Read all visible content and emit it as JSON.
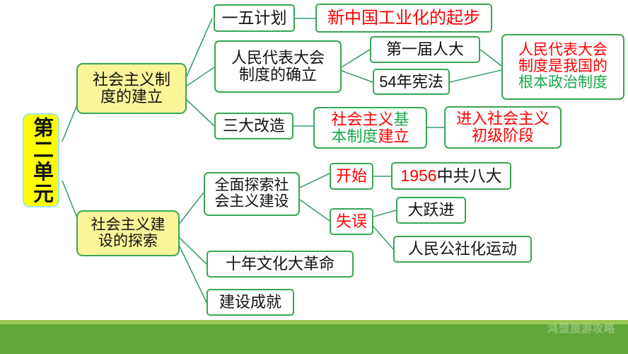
{
  "diagram": {
    "title_root": "第二单元",
    "nodes": {
      "root": "第二单元",
      "b1": "社会主义制\n度的建立",
      "b2": "社会主义建\n设的探索",
      "n_wuyi": "一五计划",
      "n_gongyehua": "新中国工业化的起步",
      "n_renda_zhidu": "人民代表大会\n制度的确立",
      "n_diyijie": "第一届人大",
      "n_xianfa": "54年宪法",
      "n_genben_l1": "人民代表大会",
      "n_genben_l2": "制度是我国的",
      "n_genben_l3": "根本政治制度",
      "n_sanda": "三大改造",
      "n_jiben_a": "社会主义",
      "n_jiben_b": "基",
      "n_jiben_c": "本制度",
      "n_jiben_d": "建立",
      "n_chuji": "进入社会主义\n初级阶段",
      "n_quanmian": "全面探索社\n会主义建设",
      "n_kaishi": "开始",
      "n_1956_num": "1956",
      "n_1956_rest": "中共八大",
      "n_shiwu": "失误",
      "n_dayuejin": "大跃进",
      "n_gongshe": "人民公社化运动",
      "n_wenge": "十年文化大革命",
      "n_chengjiu": "建设成就"
    },
    "colors": {
      "box_border": "#3aa655",
      "root_fill": "#ffff00",
      "root_border": "#9fe3ef",
      "branch_fill": "#fbf59a",
      "text_black": "#111111",
      "text_red": "#ff0000",
      "text_green": "#18a84a",
      "edge": "#3f9e6e",
      "footer_bg": "#62a73b",
      "footer_stripe": "#9ac651"
    }
  },
  "footer": {
    "watermark": "鸿盟旅游攻略"
  }
}
